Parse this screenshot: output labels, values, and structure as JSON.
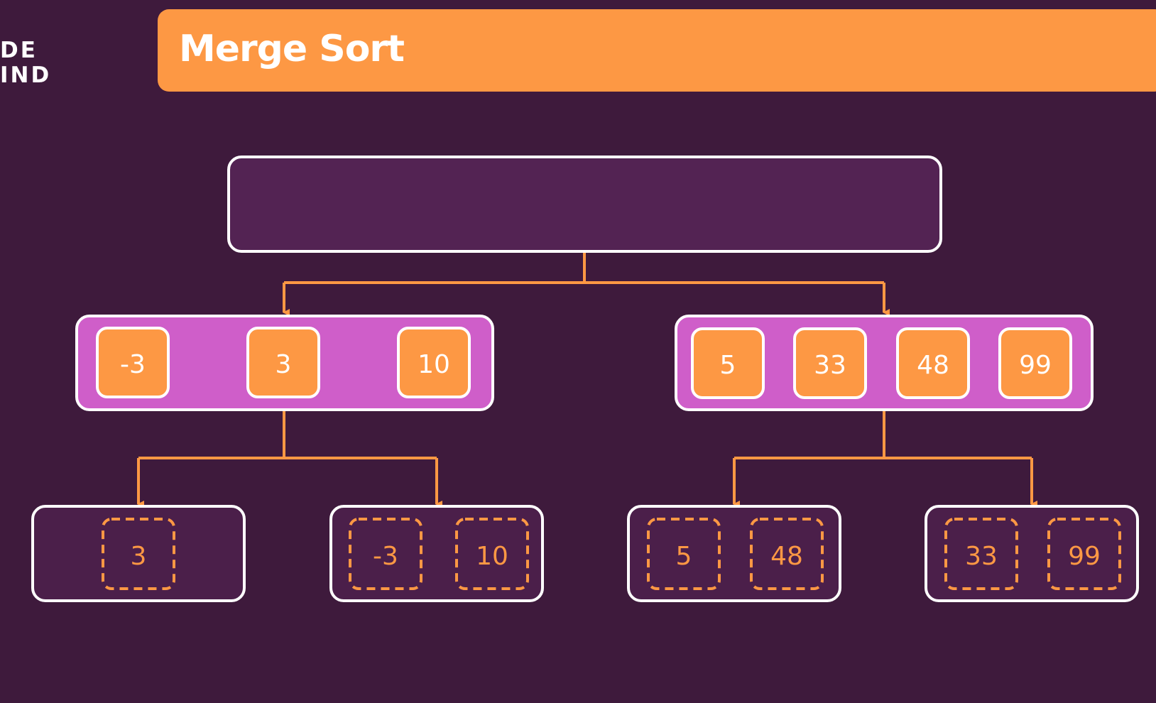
{
  "header": {
    "logo_line1": "DE",
    "logo_line2": "IND",
    "title": "Merge Sort"
  },
  "tree": {
    "root": [],
    "level1": [
      {
        "values": [
          "-3",
          "3",
          "10"
        ]
      },
      {
        "values": [
          "5",
          "33",
          "48",
          "99"
        ]
      }
    ],
    "level2": [
      {
        "values": [
          "3"
        ]
      },
      {
        "values": [
          "-3",
          "10"
        ]
      },
      {
        "values": [
          "5",
          "48"
        ]
      },
      {
        "values": [
          "33",
          "99"
        ]
      }
    ]
  },
  "colors": {
    "background": "#3e1a3c",
    "accent_orange": "#fd9844",
    "root_fill": "#532353",
    "level1_fill": "#cf5ec9",
    "leaf_fill": "#4b1f4a",
    "border": "#ffffff"
  }
}
